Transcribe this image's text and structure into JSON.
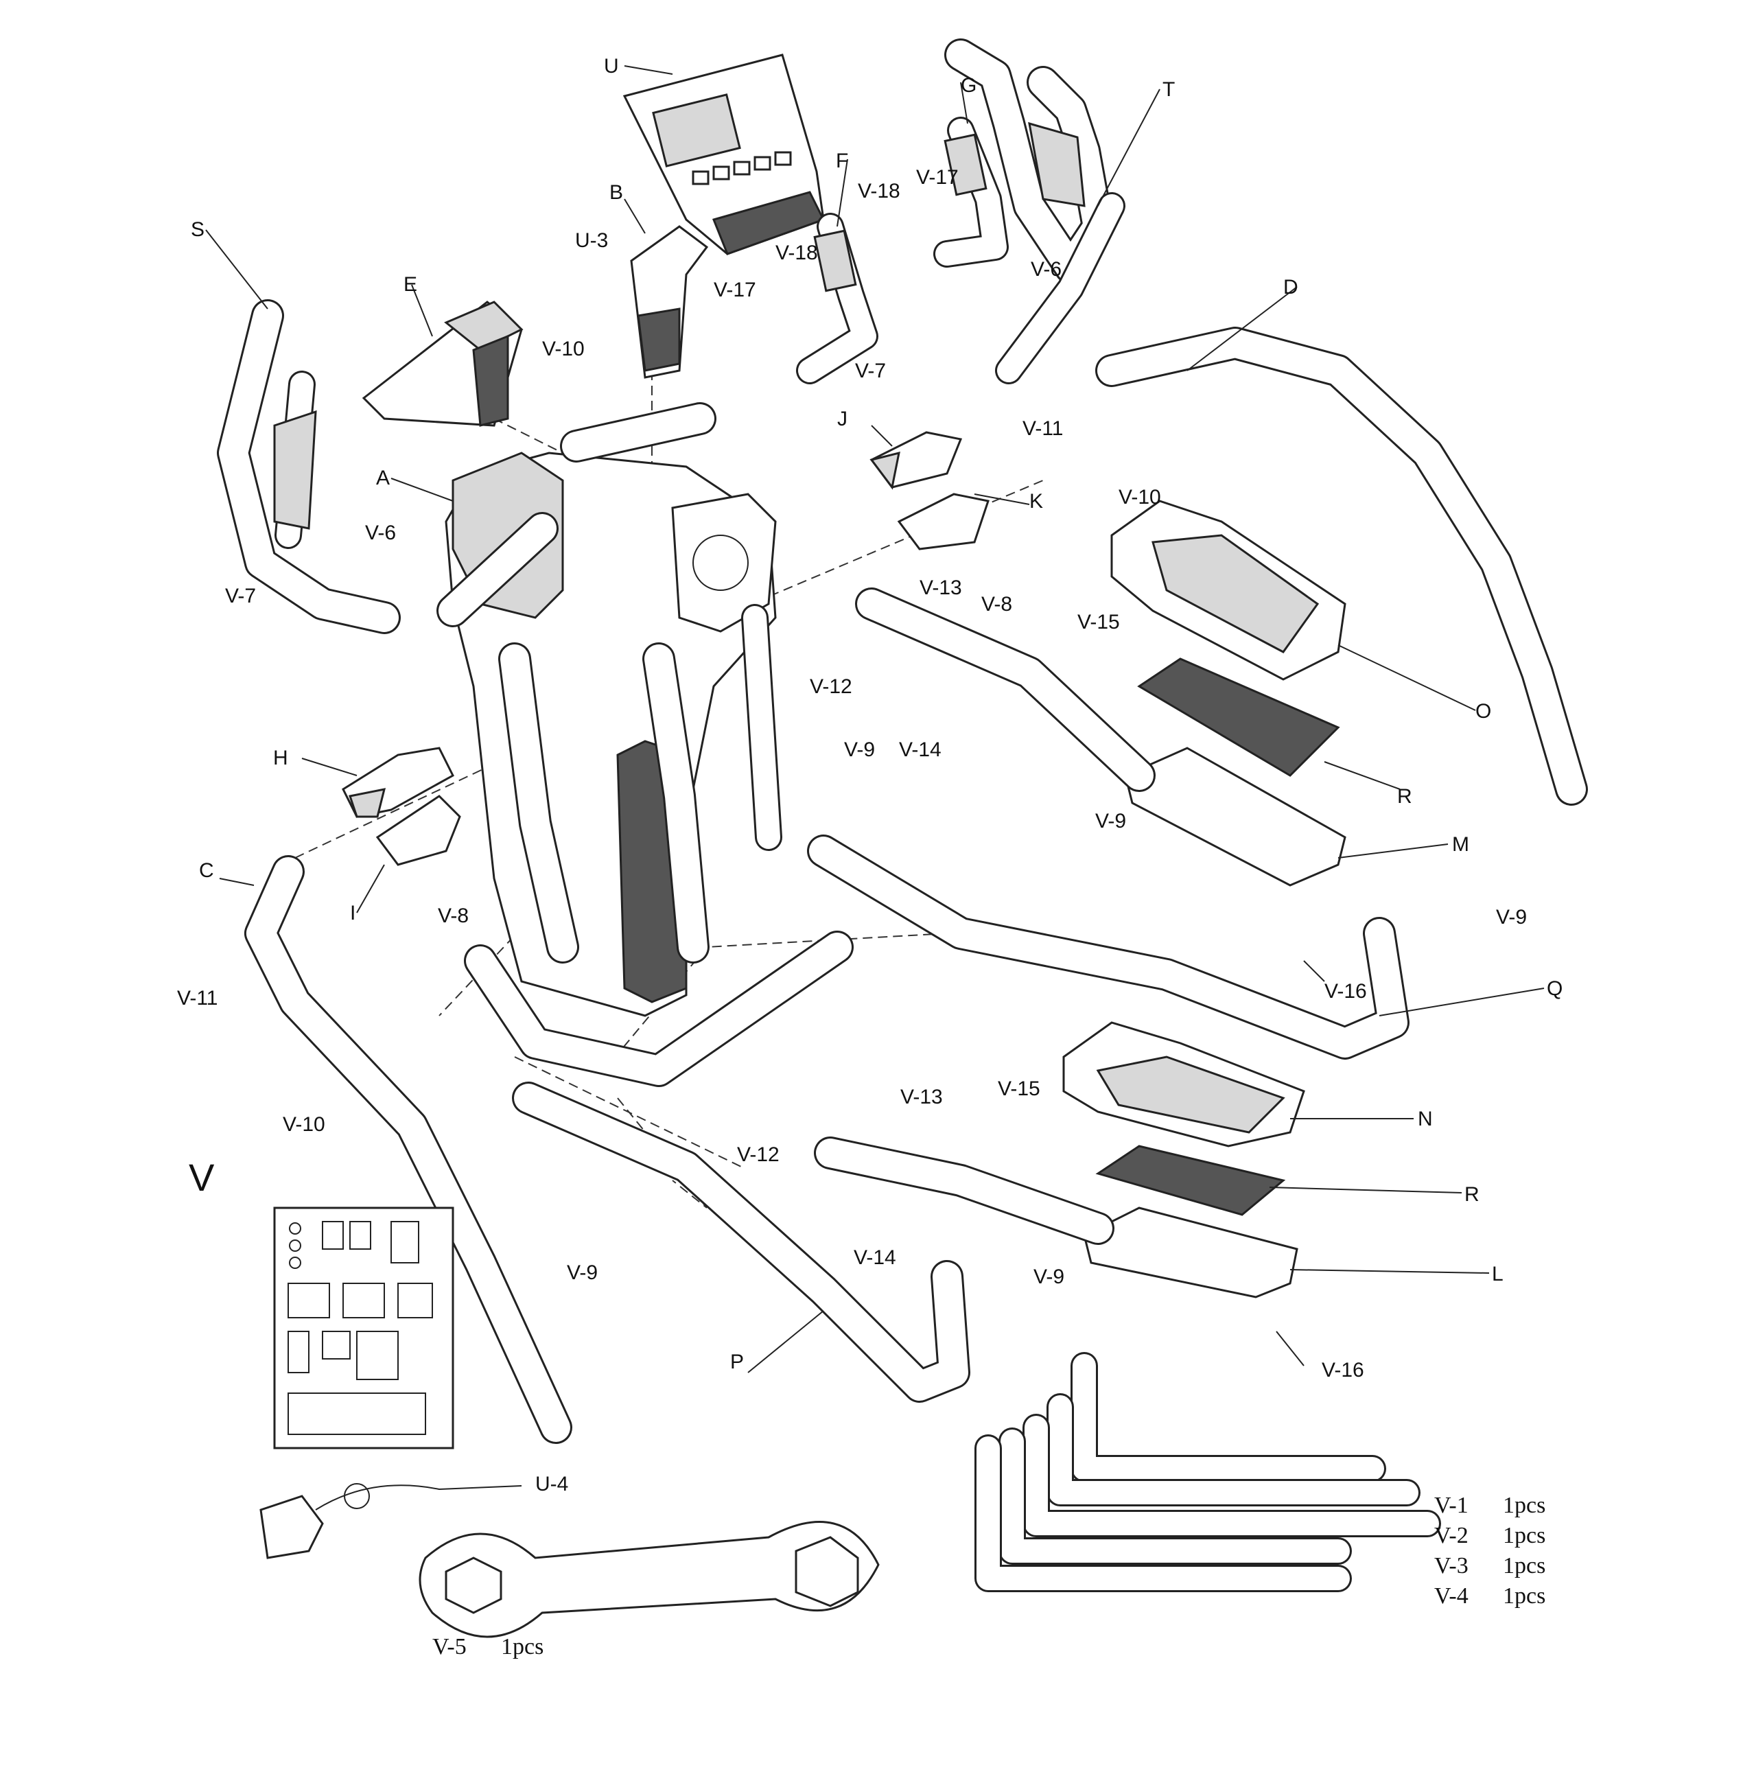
{
  "diagram": {
    "kit_label": "V",
    "labels": {
      "A": "A",
      "B": "B",
      "C": "C",
      "D": "D",
      "E": "E",
      "F": "F",
      "G": "G",
      "H": "H",
      "I": "I",
      "J": "J",
      "K": "K",
      "L": "L",
      "M": "M",
      "N": "N",
      "O": "O",
      "P": "P",
      "Q": "Q",
      "R1": "R",
      "R2": "R",
      "S": "S",
      "T": "T",
      "U": "U",
      "U3": "U-3",
      "U4": "U-4",
      "V6a": "V-6",
      "V6b": "V-6",
      "V7a": "V-7",
      "V7b": "V-7",
      "V8a": "V-8",
      "V8b": "V-8",
      "V9a": "V-9",
      "V9b": "V-9",
      "V9c": "V-9",
      "V9d": "V-9",
      "V9e": "V-9",
      "V10a": "V-10",
      "V10b": "V-10",
      "V10c": "V-10",
      "V11a": "V-11",
      "V11b": "V-11",
      "V12a": "V-12",
      "V12b": "V-12",
      "V13a": "V-13",
      "V13b": "V-13",
      "V14a": "V-14",
      "V14b": "V-14",
      "V15a": "V-15",
      "V15b": "V-15",
      "V16a": "V-16",
      "V16b": "V-16",
      "V17a": "V-17",
      "V17b": "V-17",
      "V18a": "V-18",
      "V18b": "V-18"
    },
    "tools": [
      {
        "code": "V-1",
        "qty": "1pcs"
      },
      {
        "code": "V-2",
        "qty": "1pcs"
      },
      {
        "code": "V-3",
        "qty": "1pcs"
      },
      {
        "code": "V-4",
        "qty": "1pcs"
      },
      {
        "code": "V-5",
        "qty": "1pcs"
      }
    ]
  }
}
